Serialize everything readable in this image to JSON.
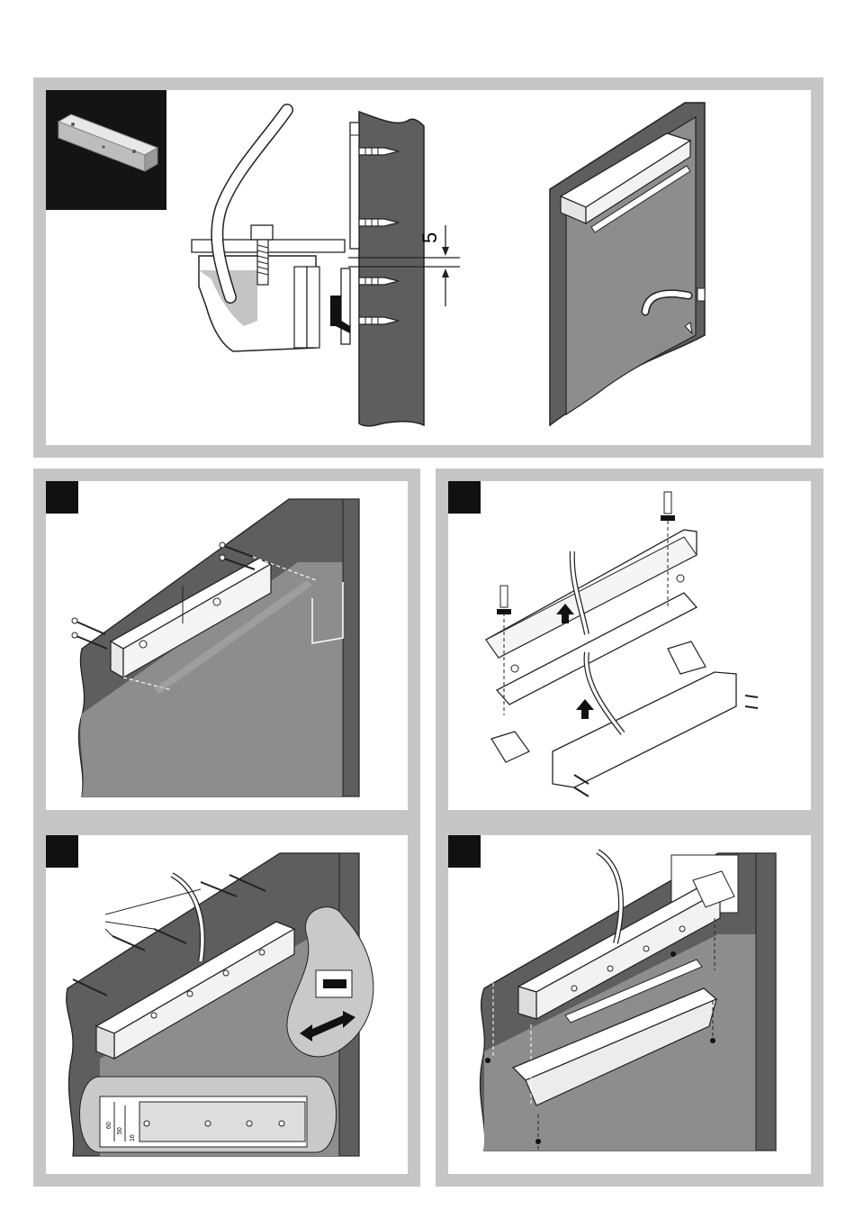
{
  "top_panel": {
    "gap_dimension": "5"
  },
  "panel4": {
    "dim_60": "60",
    "dim_50": "50",
    "dim_16": "16"
  },
  "colors": {
    "frame": "#c6c6c6",
    "door": "#5e5e5e",
    "door_light": "#8d8d8d",
    "background": "#ffffff"
  }
}
